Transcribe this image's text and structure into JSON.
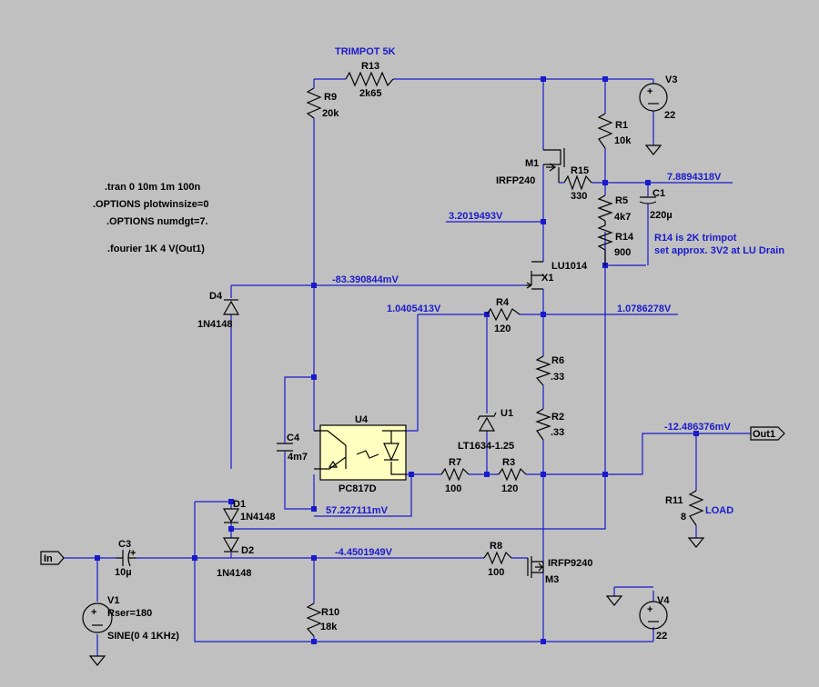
{
  "components": {
    "R13": {
      "ref": "R13",
      "value": "2k65",
      "note": "TRIMPOT 5K"
    },
    "R9": {
      "ref": "R9",
      "value": "20k"
    },
    "V3": {
      "ref": "V3",
      "value": "22"
    },
    "R1": {
      "ref": "R1",
      "value": "10k"
    },
    "M1": {
      "ref": "M1",
      "value": "IRFP240"
    },
    "R15": {
      "ref": "R15",
      "value": "330"
    },
    "R5": {
      "ref": "R5",
      "value": "4k7"
    },
    "C1": {
      "ref": "C1",
      "value": "220µ"
    },
    "R14": {
      "ref": "R14",
      "value": "900"
    },
    "X1": {
      "ref": "X1",
      "value": "LU1014"
    },
    "D4": {
      "ref": "D4",
      "value": "1N4148"
    },
    "R4": {
      "ref": "R4",
      "value": "120"
    },
    "R6": {
      "ref": "R6",
      "value": ".33"
    },
    "R2": {
      "ref": "R2",
      "value": ".33"
    },
    "U1": {
      "ref": "U1",
      "value": "LT1634-1.25"
    },
    "U4": {
      "ref": "U4",
      "value": "PC817D"
    },
    "C4": {
      "ref": "C4",
      "value": "4m7"
    },
    "R7": {
      "ref": "R7",
      "value": "100"
    },
    "R3": {
      "ref": "R3",
      "value": "120"
    },
    "R11": {
      "ref": "R11",
      "value": "8",
      "note": "LOAD"
    },
    "D1": {
      "ref": "D1",
      "value": "1N4148"
    },
    "D2": {
      "ref": "D2",
      "value": "1N4148"
    },
    "C3": {
      "ref": "C3",
      "value": "10µ"
    },
    "R8": {
      "ref": "R8",
      "value": "100"
    },
    "M3": {
      "ref": "M3",
      "value": "IRFP9240"
    },
    "R10": {
      "ref": "R10",
      "value": "18k"
    },
    "V1": {
      "ref": "V1",
      "value": "Rser=180",
      "source": "SINE(0 4 1KHz)"
    },
    "V4": {
      "ref": "V4",
      "value": "22"
    }
  },
  "voltages": {
    "out_node": "7.8894318V",
    "lu_drain": "3.2019493V",
    "gate": "-83.390844mV",
    "opto_node": "1.0405413V",
    "r4_node": "1.0786278V",
    "output": "-12.486376mV",
    "c4_node": "57.227111mV",
    "m3_gate": "-4.4501949V"
  },
  "ports": {
    "input": "In",
    "output": "Out1"
  },
  "directives": [
    ".tran 0 10m 1m 100n",
    ".OPTIONS plotwinsize=0",
    ".OPTIONS numdgt=7.",
    ".fourier 1K 4 V(Out1)"
  ],
  "comments": {
    "r14_line1": "R14 is 2K trimpot",
    "r14_line2": "set approx. 3V2 at LU Drain"
  },
  "colors": {
    "background": "#c0c0c0",
    "wire": "#1a1acd",
    "component": "#000000",
    "ic_fill": "#ffffc0"
  }
}
